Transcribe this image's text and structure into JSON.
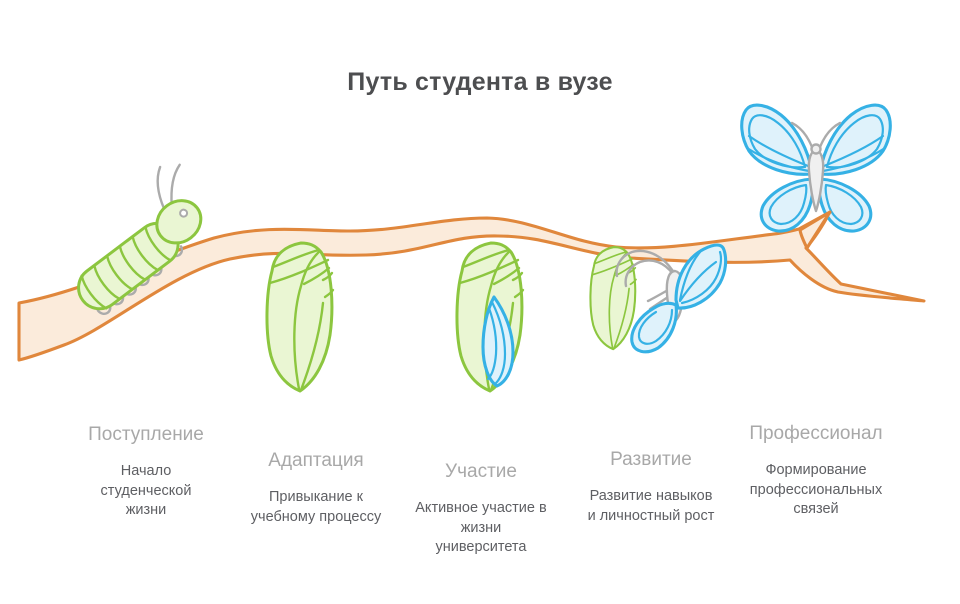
{
  "title": "Путь студента в вузе",
  "stages": [
    {
      "label": "Поступление",
      "description": "Начало\nстуденческой\nжизни"
    },
    {
      "label": "Адаптация",
      "description": "Привыкание к\nучебному процессу"
    },
    {
      "label": "Участие",
      "description": "Активное участие в\nжизни\nуниверситета"
    },
    {
      "label": "Развитие",
      "description": "Развитие навыков\nи личностный рост"
    },
    {
      "label": "Профессионал",
      "description": "Формирование\nпрофессиональных\nсвязей"
    }
  ],
  "icons": {
    "branch": "branch-icon",
    "caterpillar": "caterpillar-icon",
    "chrysalis": "chrysalis-icon",
    "chrysalis_with_wing": "chrysalis-wing-icon",
    "emerging_butterfly": "emerging-butterfly-icon",
    "butterfly": "butterfly-icon"
  },
  "colors": {
    "branch-stroke": "#E0873C",
    "branch-fill": "#FBEBDB",
    "green-stroke": "#8CC63F",
    "green-fill": "#EAF6D3",
    "blue-stroke": "#35B1E5",
    "blue-fill": "#DFF2FB",
    "gray-stroke": "#ABABAB",
    "gray-fill": "#F0F0F0",
    "title-color": "#4D4E50",
    "stage-label-color": "#A8A8A8",
    "stage-desc-color": "#5E5F63"
  }
}
